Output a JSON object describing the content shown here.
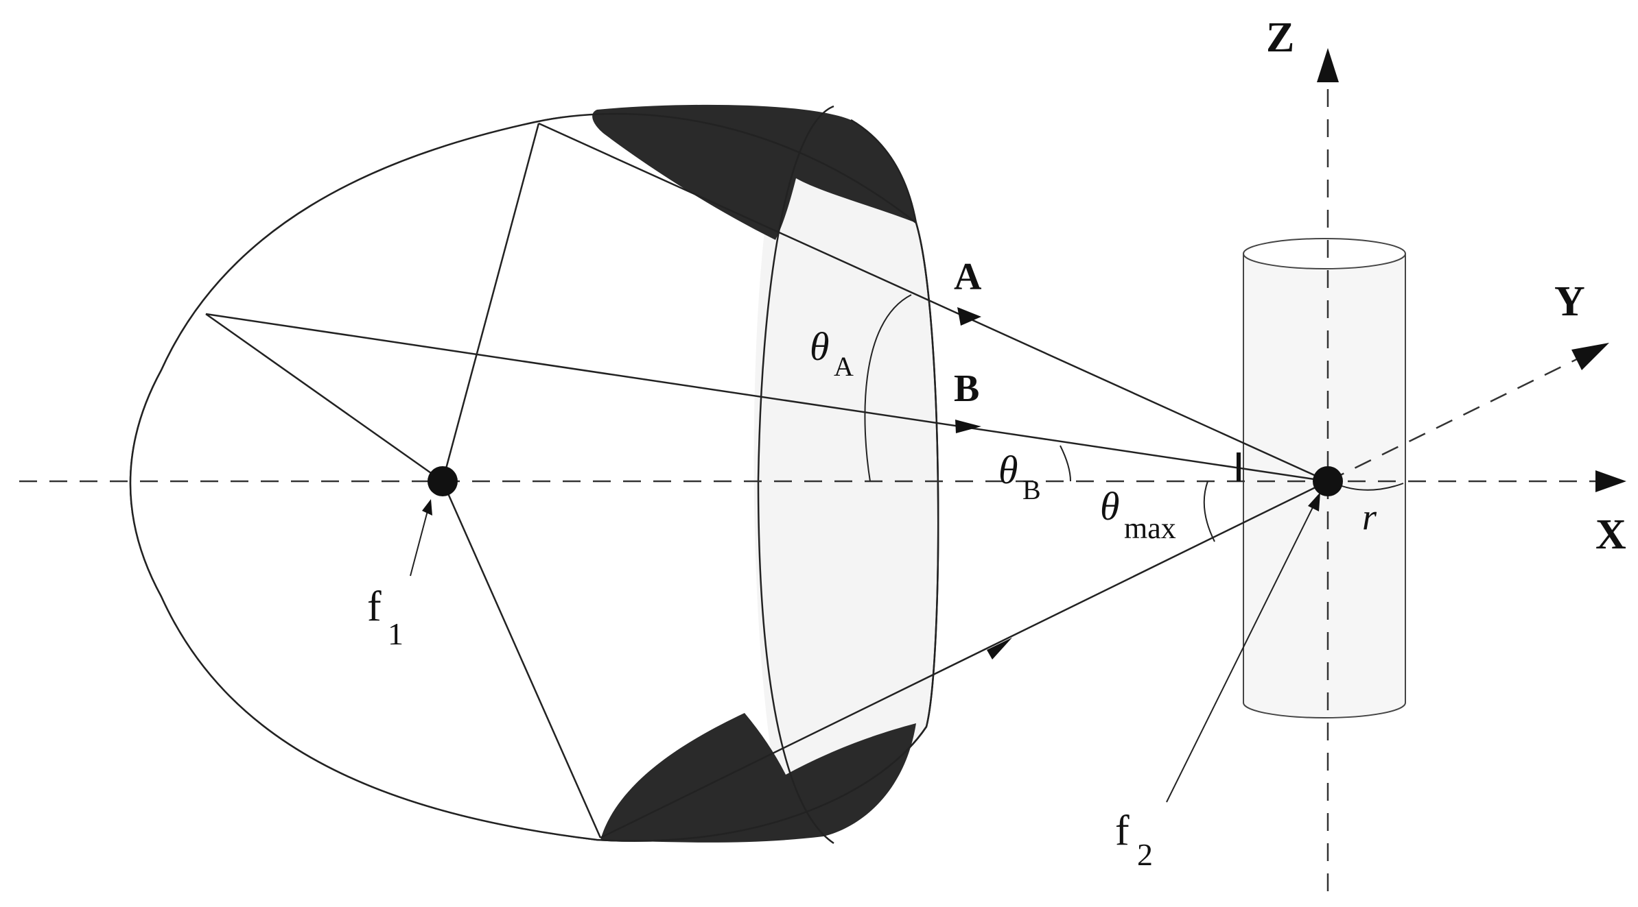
{
  "labels": {
    "axis_x": "X",
    "axis_y": "Y",
    "axis_z": "Z",
    "ray_a": "A",
    "ray_b": "B",
    "theta": "θ",
    "theta_a_sub": "A",
    "theta_b_sub": "B",
    "theta_max_sub": "max",
    "focus1": "f",
    "focus1_sub": "1",
    "focus2": "f",
    "focus2_sub": "2",
    "radius": "r"
  },
  "colors": {
    "ink": "#111111",
    "shade_dark": "#2a2a2a",
    "shade_light": "#f4f4f4",
    "background": "#ffffff"
  }
}
